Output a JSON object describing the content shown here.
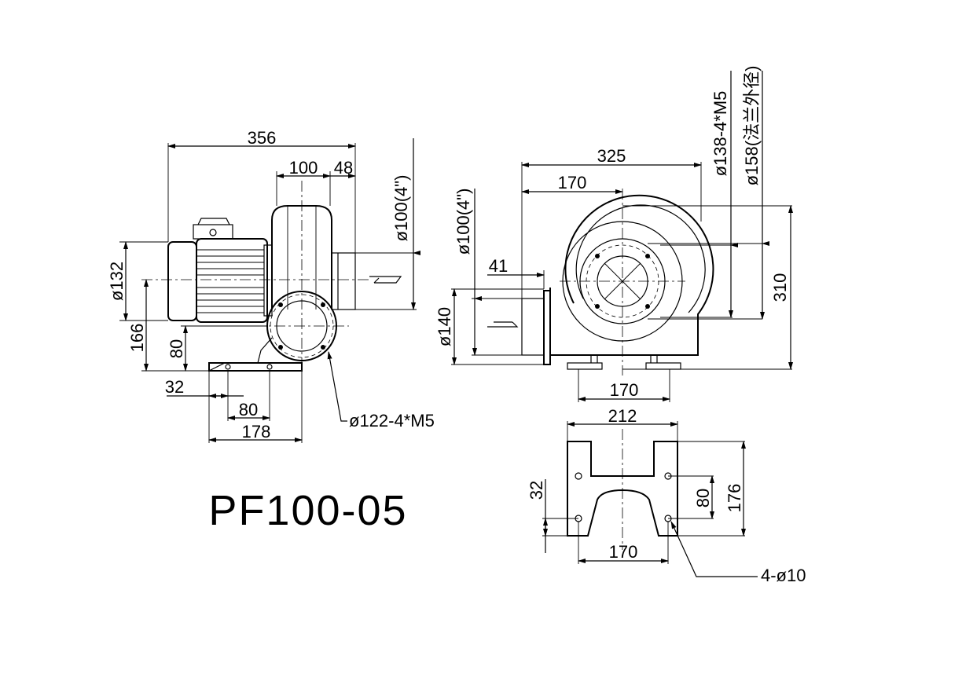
{
  "model": "PF100-05",
  "colors": {
    "line": "#000000",
    "background": "#ffffff"
  },
  "side_view": {
    "overall_length": "356",
    "outlet_flange_width": "100",
    "outlet_offset": "48",
    "outlet_diameter": "ø100(4\")",
    "motor_diameter": "ø132",
    "center_height": "166",
    "base_to_inlet": "80",
    "foot_offset": "32",
    "foot_spacing": "80",
    "foot_length": "178",
    "inlet_flange_callout": "ø122-4*M5"
  },
  "front_view": {
    "overall_width": "325",
    "outlet_center_offset": "170",
    "inlet_diameter": "ø100(4\")",
    "flange_protrusion": "41",
    "inlet_flange_diameter": "ø140",
    "bolt_circle": "ø138-4*M5",
    "flange_outer": "ø158(法兰外径)",
    "overall_height": "310",
    "foot_spacing": "170"
  },
  "base_plate": {
    "width": "212",
    "depth": "176",
    "hole_spacing_x": "170",
    "hole_spacing_y": "80",
    "edge_offset": "32",
    "holes_callout": "4-ø10"
  }
}
